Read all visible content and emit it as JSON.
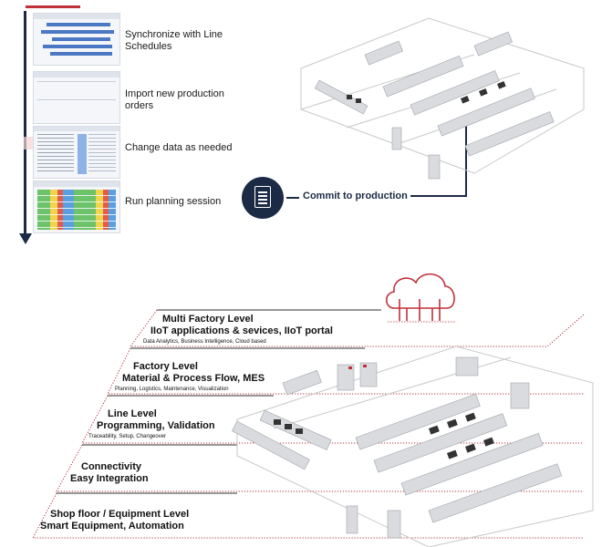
{
  "workflow": {
    "steps": [
      {
        "label": "Synchronize with Line Schedules"
      },
      {
        "label": "Import new production orders"
      },
      {
        "label": "Change data as needed"
      },
      {
        "label": "Run planning session"
      }
    ],
    "commit_label": "Commit to production"
  },
  "layers": [
    {
      "title1": "Multi Factory Level",
      "title2": "IIoT applications & sevices, IIoT portal",
      "subtitle": "Data Analytics, Business Intelligence, Cloud based"
    },
    {
      "title1": "Factory Level",
      "title2": "Material & Process Flow, MES",
      "subtitle": "Planning, Logistics, Maintenance, Visualization"
    },
    {
      "title1": "Line Level",
      "title2": "Programming, Validation",
      "subtitle": "Traceability, Setup, Changeover"
    },
    {
      "title1": "Connectivity",
      "title2": "Easy Integration",
      "subtitle": ""
    },
    {
      "title1": "Shop floor / Equipment Level",
      "title2": "Smart Equipment, Automation",
      "subtitle": ""
    }
  ],
  "colors": {
    "navy": "#1c2b45",
    "accent_red": "#c0303a"
  },
  "icons": [
    "document-icon",
    "cloud-icon"
  ]
}
